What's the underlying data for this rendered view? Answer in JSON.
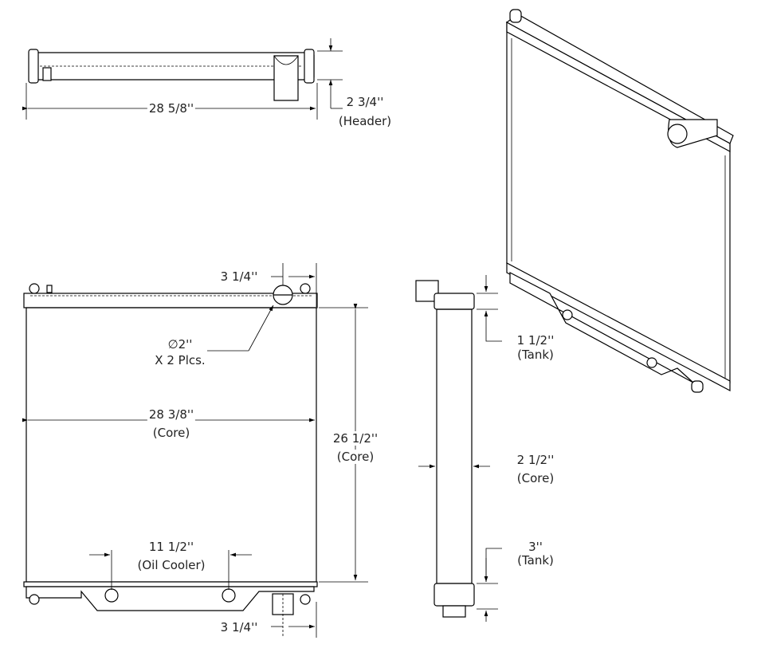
{
  "top_view": {
    "overall_width": "28 5/8''",
    "header_height": "2 3/4''",
    "header_note": "(Header)"
  },
  "front_view": {
    "outlet_offset_top": "3 1/4''",
    "port_diameter": "∅2''",
    "port_count": "X 2 Plcs.",
    "core_width": "28 3/8''",
    "core_width_note": "(Core)",
    "core_height": "26 1/2''",
    "core_height_note": "(Core)",
    "oil_cooler_spacing": "11 1/2''",
    "oil_cooler_note": "(Oil Cooler)",
    "outlet_offset_bottom": "3 1/4''"
  },
  "side_view": {
    "top_tank": "1 1/2''",
    "top_tank_note": "(Tank)",
    "core_depth": "2 1/2''",
    "core_depth_note": "(Core)",
    "bottom_tank": "3''",
    "bottom_tank_note": "(Tank)"
  }
}
